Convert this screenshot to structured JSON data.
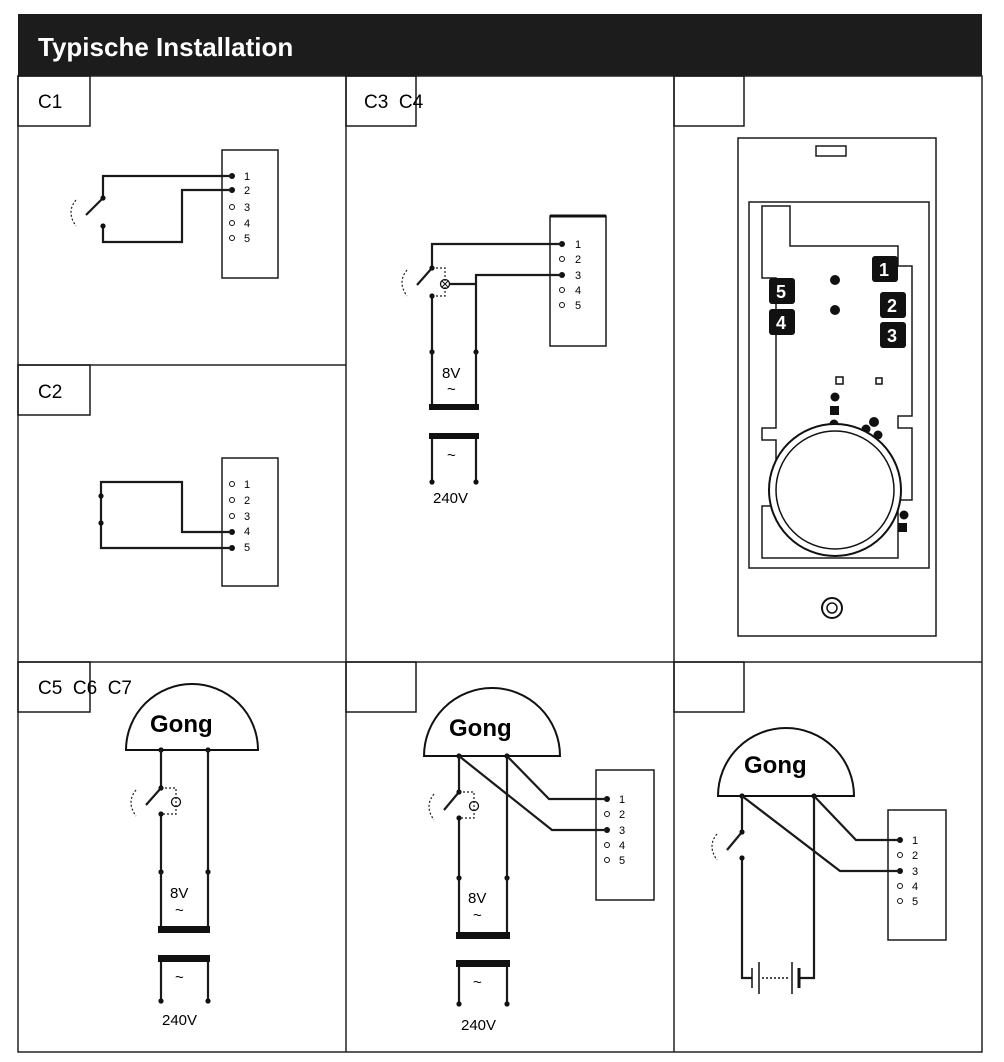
{
  "header": {
    "title": "Typische Installation"
  },
  "panels": {
    "c1": "C1",
    "c2": "C2",
    "c34": "C3  C4",
    "c567": "C5  C6  C7"
  },
  "terminals": [
    "1",
    "2",
    "3",
    "4",
    "5"
  ],
  "gong_label": "Gong",
  "voltages": {
    "low": "8V",
    "high": "240V",
    "ac": "~"
  },
  "device_numbers": [
    "1",
    "2",
    "3",
    "4",
    "5"
  ],
  "colors": {
    "header_bg": "#1c1c1c",
    "line": "#1a1a1a"
  }
}
